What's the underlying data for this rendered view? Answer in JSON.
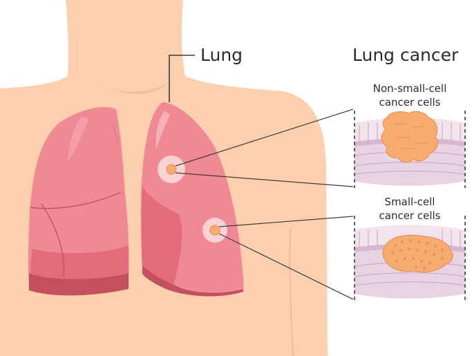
{
  "labels": {
    "lung": "Lung",
    "title": "Lung cancer",
    "nsclc_line1": "Non-small-cell",
    "nsclc_line2": "cancer cells",
    "sclc_line1": "Small-cell",
    "sclc_line2": "cancer cells"
  },
  "colors": {
    "skin": "#fcd0ae",
    "lung_light": "#ef8a94",
    "lung_mid": "#e46c79",
    "lung_dark": "#c4505f",
    "tissue": "#e8d3e3",
    "tumor": "#f6ac6e",
    "pointer_line": "#3a3a3a",
    "text": "#2b2b2b"
  }
}
